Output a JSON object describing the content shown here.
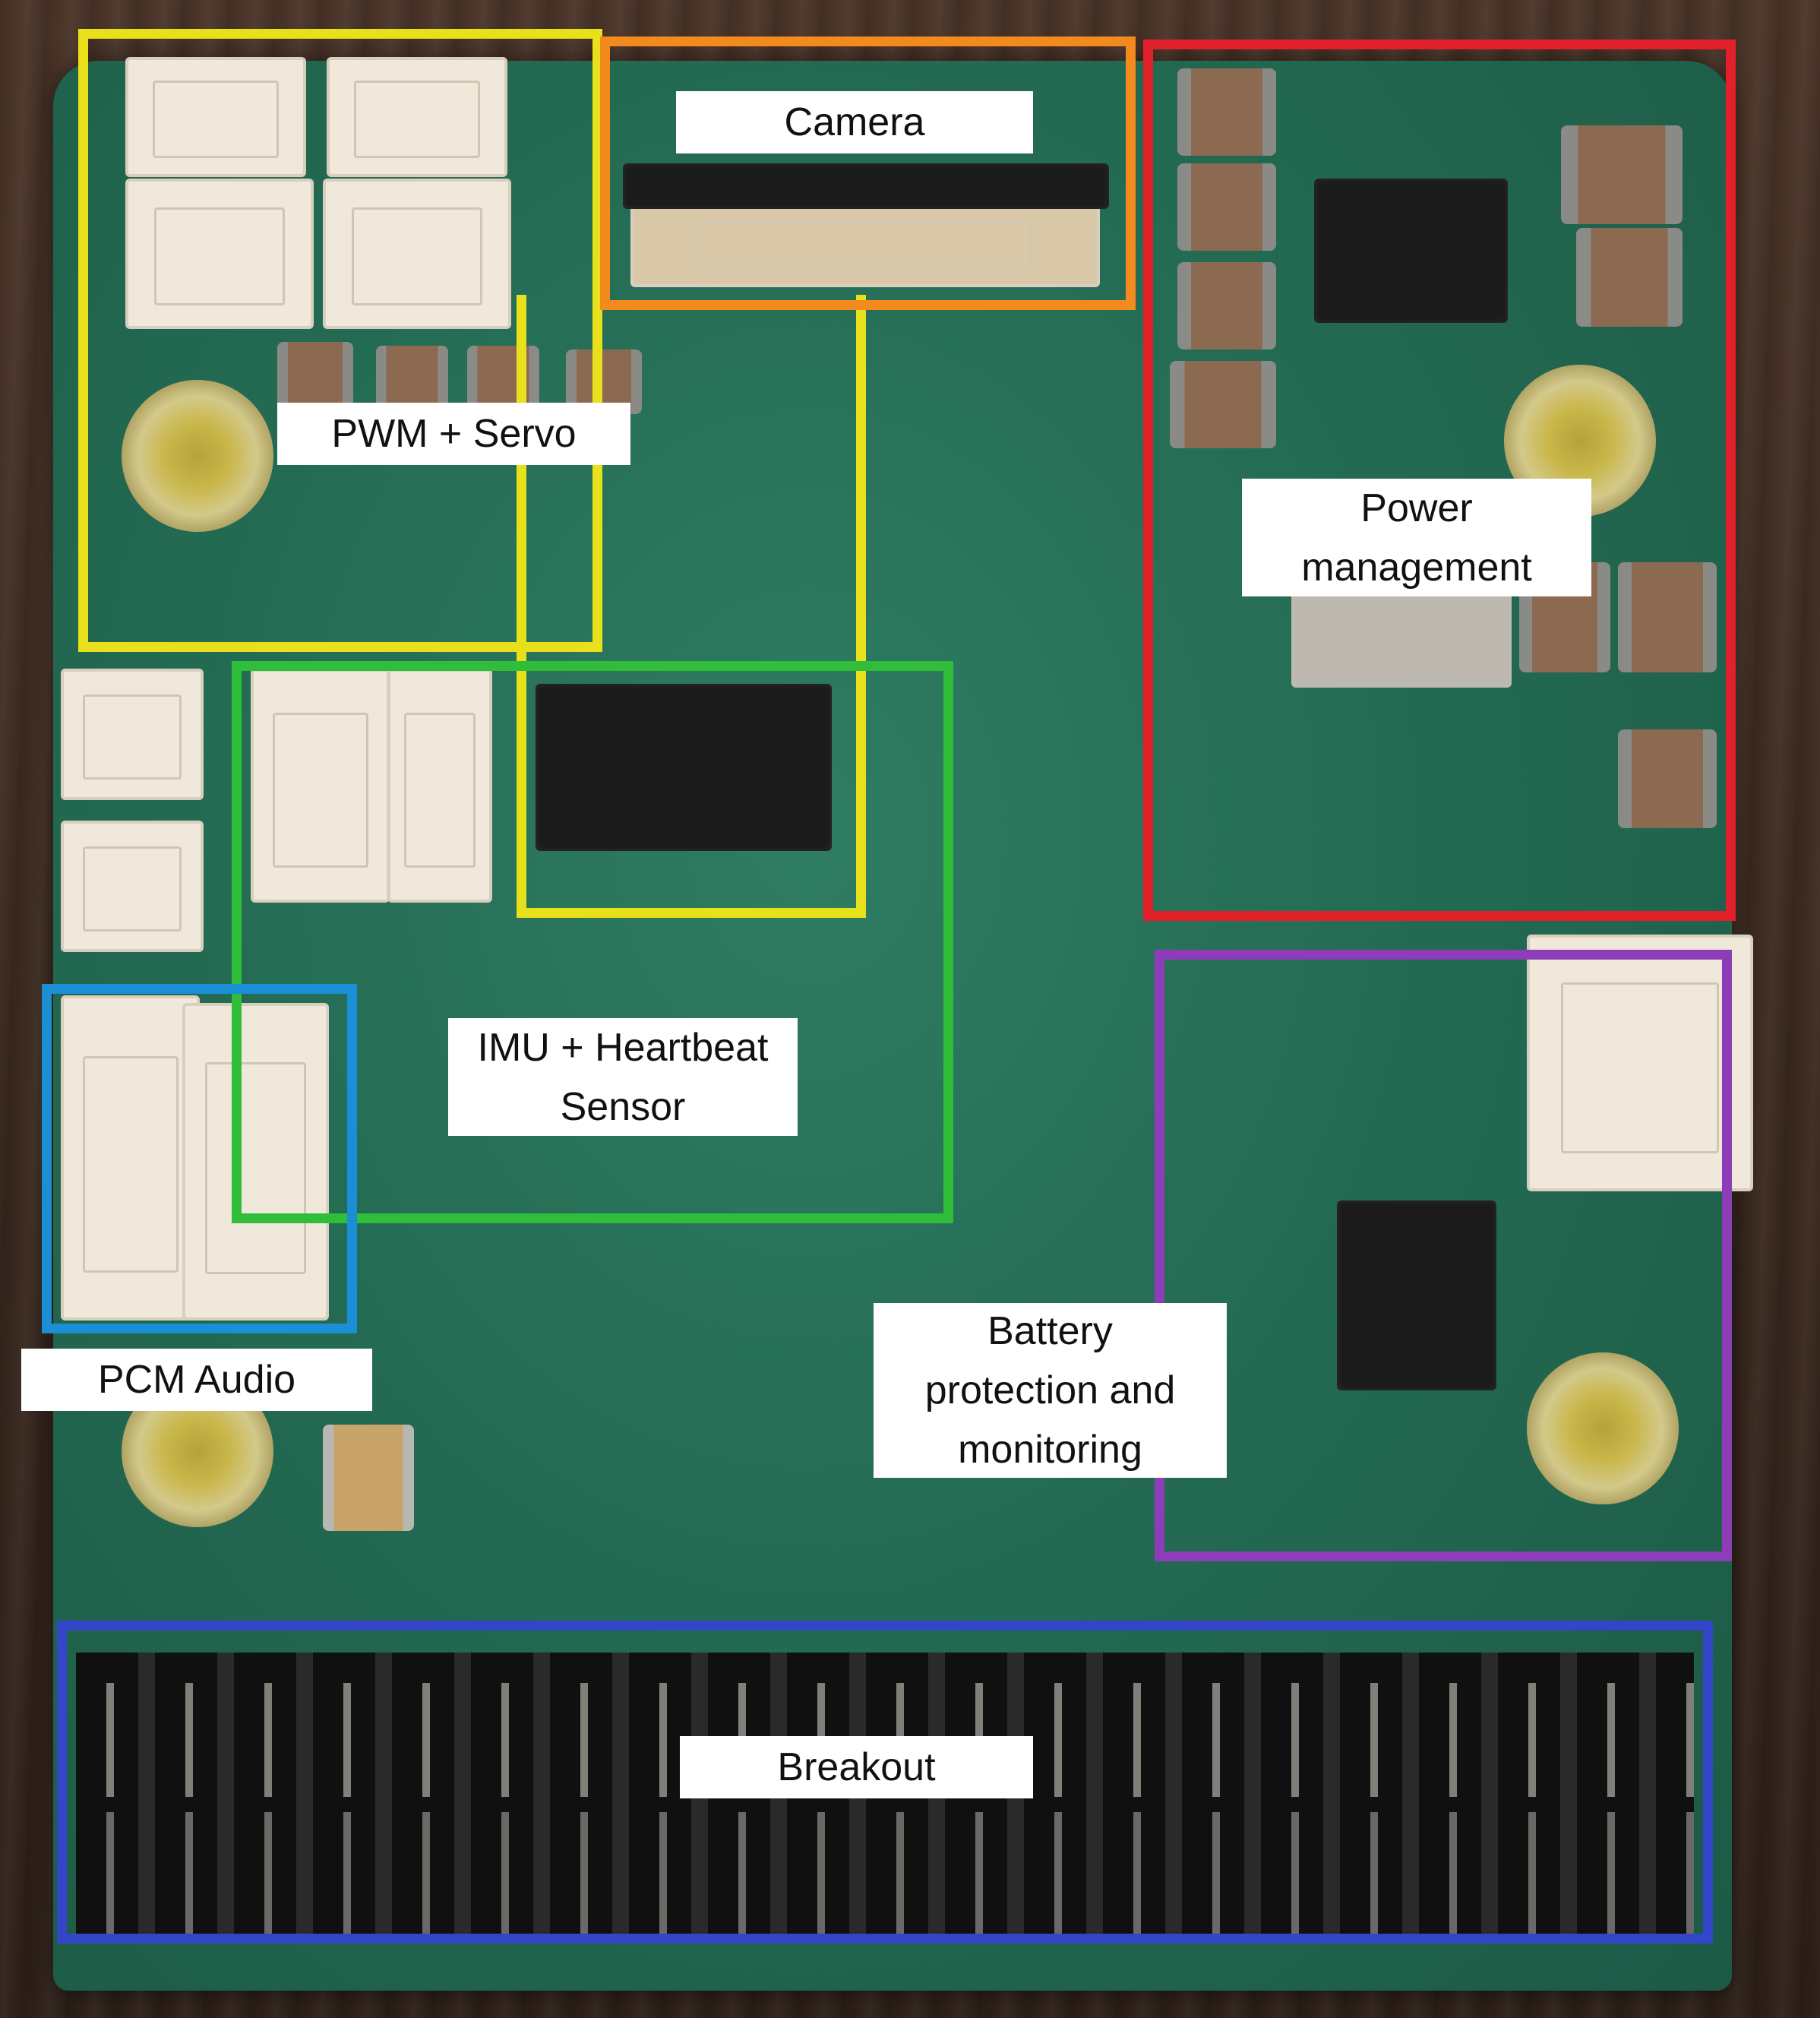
{
  "regions": [
    {
      "key": "camera",
      "label": "Camera",
      "color": "#f28a1e"
    },
    {
      "key": "pwm",
      "label": "PWM + Servo",
      "color": "#e8e01a"
    },
    {
      "key": "power",
      "label": "Power\nmanagement",
      "color": "#e0202a"
    },
    {
      "key": "imu",
      "label": "IMU + Heartbeat\nSensor",
      "color": "#2fbd3a"
    },
    {
      "key": "audio",
      "label": "PCM Audio",
      "color": "#1b8fd6"
    },
    {
      "key": "battery",
      "label": "Battery\nprotection and\nmonitoring",
      "color": "#8e3db8"
    },
    {
      "key": "breakout",
      "label": "Breakout",
      "color": "#3346c9"
    }
  ]
}
